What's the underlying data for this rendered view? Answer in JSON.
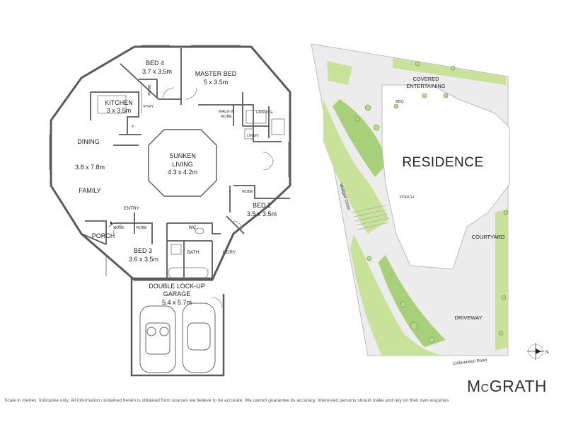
{
  "rooms": {
    "bed4": {
      "name": "BED 4",
      "dims": "3.7 x 3.5m"
    },
    "master": {
      "name": "MASTER BED",
      "dims": "5 x 3.5m"
    },
    "kitchen": {
      "name": "KITCHEN",
      "dims": "3 x 3.5m"
    },
    "dining": {
      "name": "DINING",
      "dims": "3.8 x 7.8m"
    },
    "family": {
      "name": "FAMILY"
    },
    "sunken": {
      "line1": "SUNKEN",
      "line2": "LIVING",
      "dims": "4.3 x 4.2m"
    },
    "bed2": {
      "name": "BED 2",
      "dims": "3.5 x 3.5m"
    },
    "bed3": {
      "name": "BED 3",
      "dims": "3.6 x 3.5m"
    },
    "garage": {
      "line1": "DOUBLE LOCK-UP",
      "line2": "GARAGE",
      "dims": "5.4 x 5.7m"
    },
    "porch": "PORCH",
    "entry": "ENTRY",
    "wc": "WC",
    "bath": "BATH",
    "laundry": "L'DRY"
  },
  "small_labels": {
    "robe": "ROBE",
    "ptry": "PTRY",
    "f": "F",
    "walkin_line1": "WALK-IN",
    "walkin_line2": "ROBE",
    "ensuite": "ENSUITE",
    "linen": "LINEN"
  },
  "site": {
    "residence": "RESIDENCE",
    "covered_line1": "COVERED",
    "covered_line2": "ENTERTAINING",
    "bbq": "BBQ",
    "porch": "PORCH",
    "courtyard": "COURTYARD",
    "driveway": "DRIVEWAY",
    "road_side": "Wollgett Close",
    "road_bottom": "Collarenebri Road",
    "compass": "N"
  },
  "footer": {
    "disclaimer": "Scale in metres. Indicative only. All information contained herein is obtained from sources we believe to be accurate. We cannot guarantee its accuracy. Interested persons should make and rely on their own enquiries",
    "brand_m": "M",
    "brand_c": "C",
    "brand_rest": "GRATH"
  },
  "colors": {
    "wall": "#5a5a5a",
    "lawn": "#c9e29a",
    "garden": "#a8d07a",
    "paving": "#e6e6e6",
    "building": "#ffffff"
  }
}
